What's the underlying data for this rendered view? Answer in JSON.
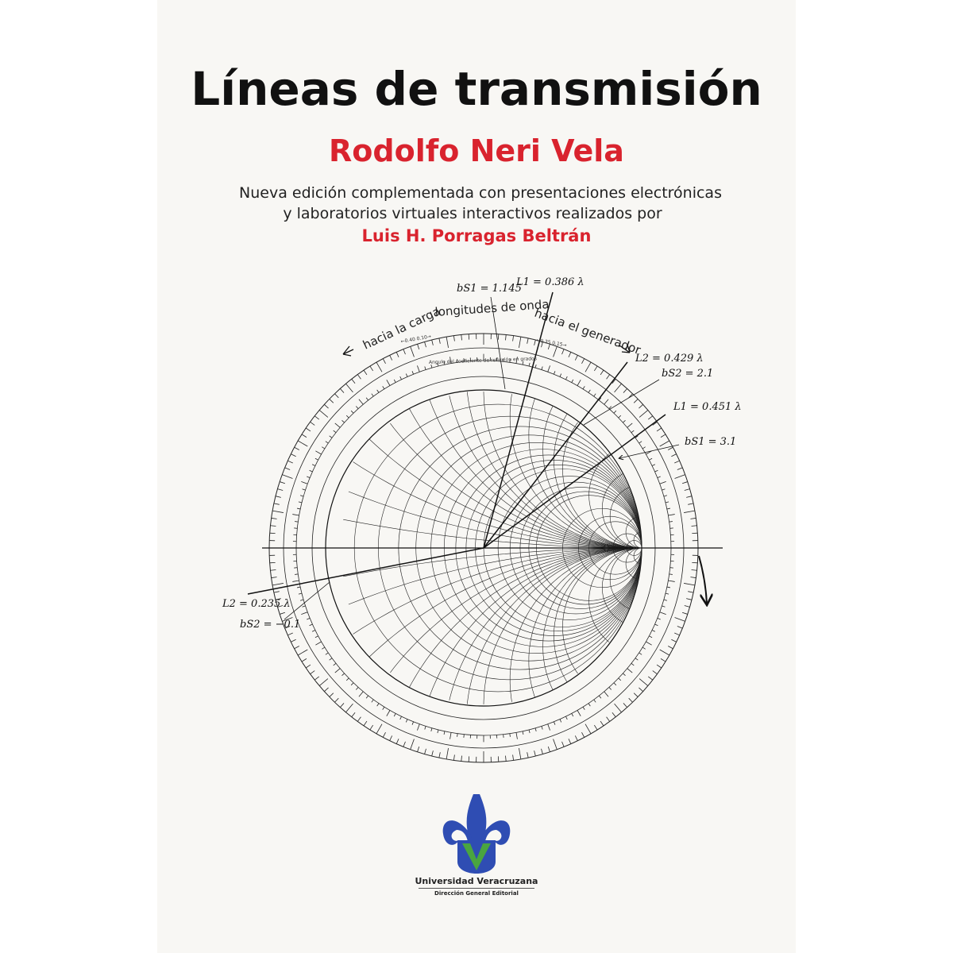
{
  "cover": {
    "title": "Líneas de transmisión",
    "author": "Rodolfo Neri Vela",
    "subtitle_line1": "Nueva edición complementada con presentaciones electrónicas",
    "subtitle_line2": "y laboratorios virtuales interactivos realizados por",
    "collaborator": "Luis H. Porragas Beltrán"
  },
  "smith_chart": {
    "label_left": "hacia la carga",
    "label_top": "longitudes de onda",
    "label_right": "hacia el generador",
    "inner_caption": "Angulo del coeficiente de reflexión en grados",
    "scale_top_left": "←0.40 0.10→",
    "scale_top_right": "←0.35 0.15→",
    "annotations": {
      "bs1_top": "bS1 = 1.145",
      "l1_top": "L1 = 0.386 λ",
      "l2_right": "L2 = 0.429 λ",
      "bs2_right": "bS2 = 2.1",
      "l1_right": "L1 = 0.451 λ",
      "bs1_right": "bS1 = 3.1",
      "l2_left": "L2 = 0.235 λ",
      "bs2_left": "bS2 = −0.1"
    }
  },
  "publisher": {
    "name": "Universidad Veracruzana",
    "department": "Dirección General Editorial",
    "colors": {
      "blue": "#2f4db3",
      "green": "#4aa540"
    }
  }
}
